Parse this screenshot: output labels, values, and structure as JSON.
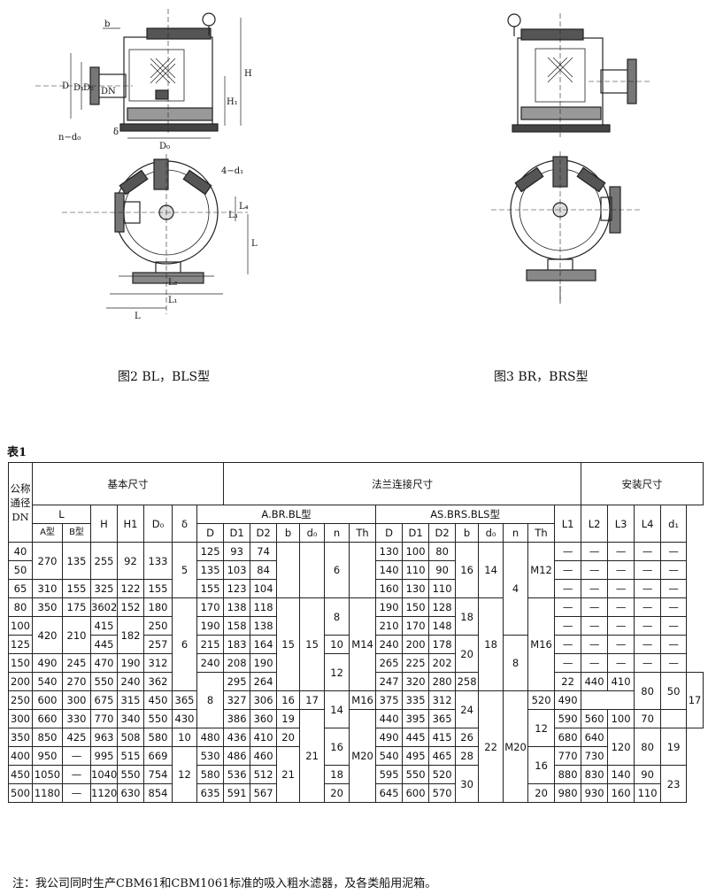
{
  "figures": {
    "fig2_caption": "图2 BL，BLS型",
    "fig3_caption": "图3 BR，BRS型",
    "fig2_labels": {
      "b": "b",
      "D": "D",
      "D1": "D₁",
      "D2": "D₂",
      "DN": "DN",
      "H": "H",
      "H1": "H₁",
      "D0": "D₀",
      "nd0": "n−d₀",
      "delta": "δ",
      "d1": "4−d₁",
      "L3": "L₃",
      "L4": "L₄",
      "L": "L",
      "L2": "L₂",
      "L1": "L₁"
    }
  },
  "table": {
    "label": "表1",
    "groups": {
      "basic": "基本尺寸",
      "flange": "法兰连接尺寸",
      "install": "安装尺寸"
    },
    "col_dn": "公称通径DN",
    "col_L": "L",
    "col_A": "A型",
    "col_B": "B型",
    "col_H": "H",
    "col_H1": "H1",
    "col_D0": "D₀",
    "col_delta": "δ",
    "sub_a": "A.BR.BL型",
    "sub_as": "AS.BRS.BLS型",
    "flange_cols": [
      "D",
      "D1",
      "D2",
      "b",
      "d₀",
      "n",
      "Th"
    ],
    "install_cols": [
      "L1",
      "L2",
      "L3",
      "L4",
      "d₁"
    ],
    "dash": "—",
    "dn": [
      "40",
      "50",
      "65",
      "80",
      "100",
      "125",
      "150",
      "200",
      "250",
      "300",
      "350",
      "400",
      "450",
      "500"
    ],
    "A": [
      "270",
      "310",
      "350",
      "420",
      "490",
      "540",
      "600",
      "660",
      "850",
      "950",
      "1050",
      "1180"
    ],
    "B": [
      "135",
      "155",
      "175",
      "210",
      "245",
      "270",
      "300",
      "330",
      "425",
      "—",
      "—",
      "—"
    ],
    "H": [
      "255",
      "325",
      "3602",
      "415",
      "445",
      "470",
      "550",
      "675",
      "770",
      "963",
      "995",
      "1040",
      "1120"
    ],
    "H1": [
      "92",
      "122",
      "152",
      "182",
      "190",
      "240",
      "315",
      "340",
      "508",
      "515",
      "550",
      "630"
    ],
    "D0": [
      "133",
      "155",
      "180",
      "250",
      "257",
      "312",
      "362",
      "450",
      "550",
      "580",
      "669",
      "754",
      "854"
    ],
    "delta": [
      "5",
      "6",
      "8",
      "10",
      "12"
    ],
    "a_D": [
      "125",
      "135",
      "155",
      "170",
      "190",
      "215",
      "240",
      "295",
      "365",
      "430",
      "480",
      "530",
      "580",
      "635"
    ],
    "a_D1": [
      "93",
      "103",
      "123",
      "138",
      "158",
      "183",
      "208",
      "264",
      "327",
      "386",
      "436",
      "486",
      "536",
      "591"
    ],
    "a_D2": [
      "74",
      "84",
      "104",
      "118",
      "138",
      "164",
      "190",
      "247",
      "306",
      "360",
      "410",
      "460",
      "512",
      "567"
    ],
    "a_b": [
      "15",
      "16",
      "19",
      "20",
      "21"
    ],
    "a_d0": [
      "15",
      "17",
      "21"
    ],
    "a_n": [
      "6",
      "8",
      "10",
      "12",
      "14",
      "16",
      "18",
      "20"
    ],
    "a_th": [
      "M14",
      "M16",
      "M20"
    ],
    "s_D": [
      "130",
      "140",
      "160",
      "190",
      "210",
      "240",
      "265",
      "320",
      "375",
      "440",
      "490",
      "540",
      "595",
      "645"
    ],
    "s_D1": [
      "100",
      "110",
      "130",
      "150",
      "170",
      "200",
      "225",
      "280",
      "335",
      "395",
      "445",
      "495",
      "550",
      "600"
    ],
    "s_D2": [
      "80",
      "90",
      "110",
      "128",
      "148",
      "178",
      "202",
      "258",
      "312",
      "365",
      "415",
      "465",
      "520",
      "570"
    ],
    "s_b": [
      "16",
      "18",
      "20",
      "22",
      "24",
      "26",
      "28",
      "30"
    ],
    "s_d0": [
      "14",
      "18",
      "22"
    ],
    "s_n": [
      "4",
      "8",
      "12",
      "16",
      "20"
    ],
    "s_th": [
      "M12",
      "M16",
      "M20"
    ],
    "i_L1": [
      "440",
      "520",
      "590",
      "680",
      "770",
      "880",
      "980"
    ],
    "i_L2": [
      "410",
      "490",
      "560",
      "640",
      "730",
      "830",
      "930"
    ],
    "i_L3": [
      "80",
      "100",
      "120",
      "140",
      "160"
    ],
    "i_L4": [
      "50",
      "70",
      "80",
      "90",
      "110"
    ],
    "i_d1": [
      "17",
      "19",
      "23"
    ]
  },
  "note": "注：我公司同时生产CBM61和CBM1061标准的吸入粗水滤器，及各类船用泥箱。"
}
